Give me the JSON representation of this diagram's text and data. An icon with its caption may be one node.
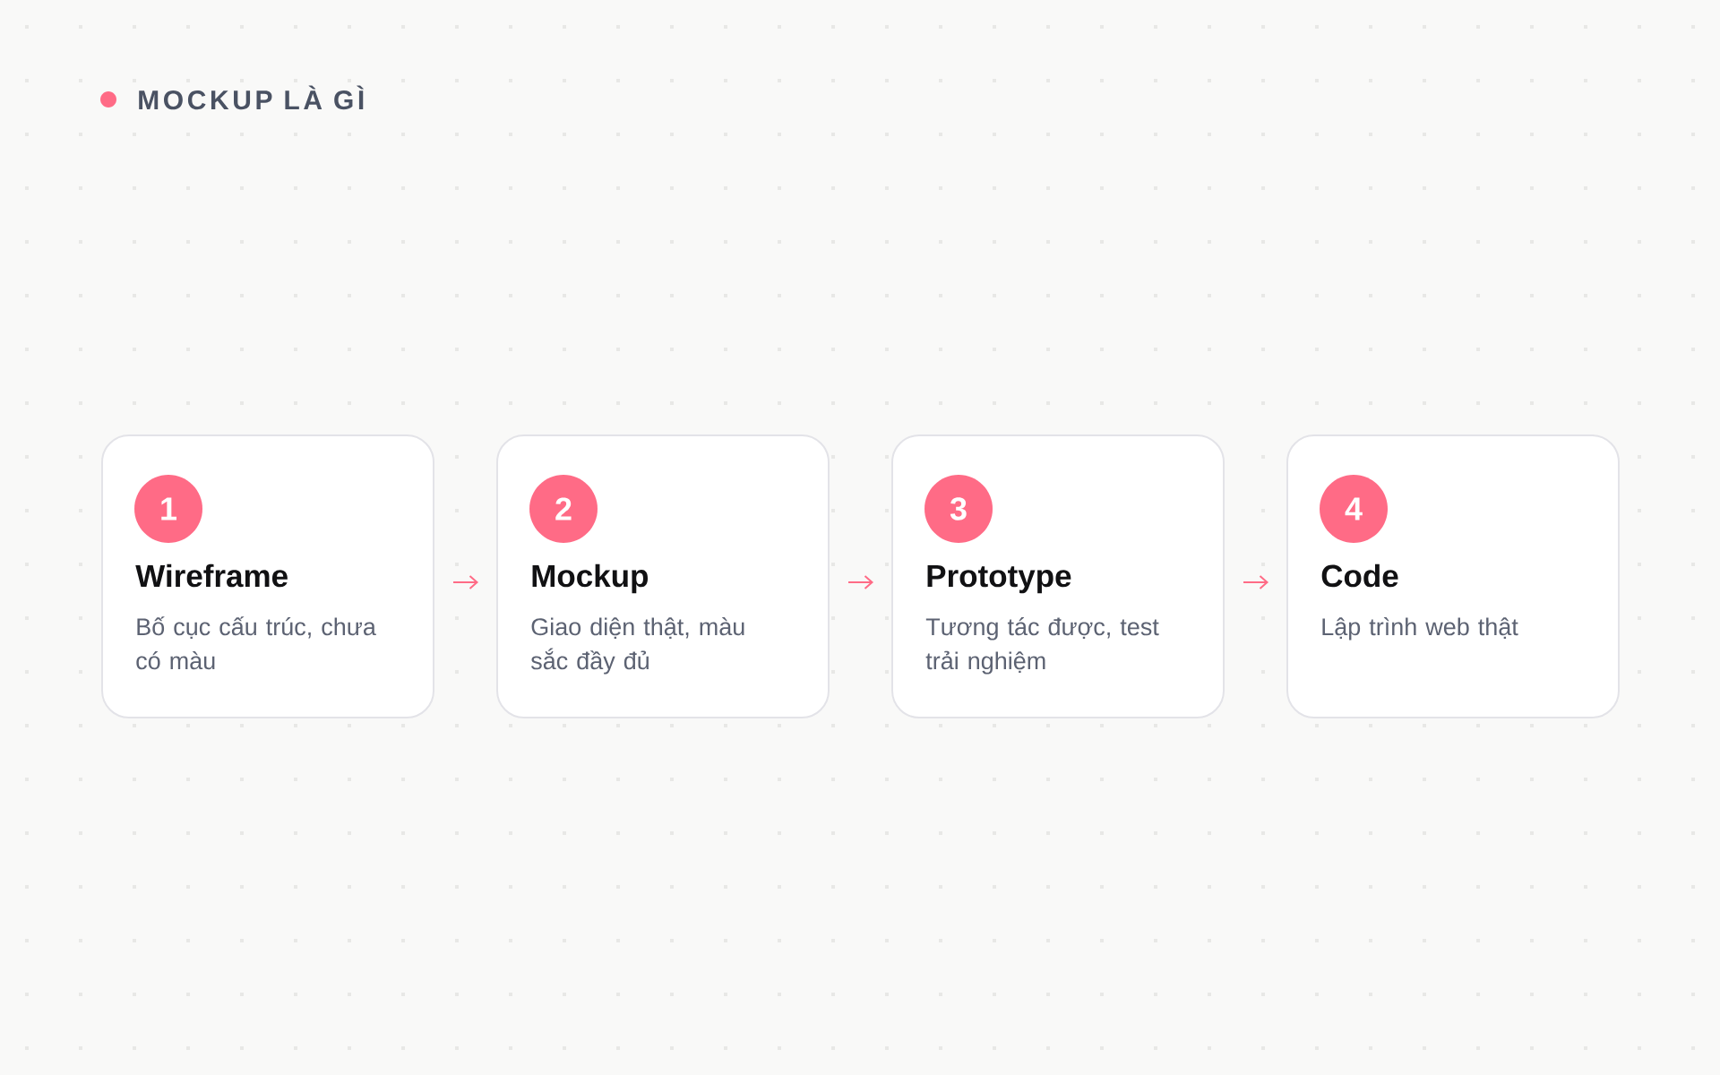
{
  "diagram": {
    "title": "MOCKUP LÀ GÌ",
    "nodes": [
      {
        "text": [
          "Wireframe",
          "Bố cục cấu trúc, chưa có màu"
        ]
      },
      {
        "text": [
          "1"
        ],
        "in": 0
      },
      {
        "text": [
          "Mockup",
          "Giao diện thật, màu sắc đầy đủ"
        ]
      },
      {
        "text": [
          "2"
        ],
        "in": 2
      },
      {
        "text": [
          "Prototype",
          "Tương tác được, test trải nghiệm"
        ]
      },
      {
        "text": [
          "3"
        ],
        "in": 4
      },
      {
        "text": [
          "Code",
          "Lập trình web thật"
        ]
      },
      {
        "text": [
          "4"
        ],
        "in": 6
      }
    ],
    "edges": [
      {
        "from": 0,
        "to": 2,
        "arrow": "to"
      },
      {
        "from": 2,
        "to": 4,
        "arrow": "to"
      },
      {
        "from": 4,
        "to": 6,
        "arrow": "to"
      }
    ]
  }
}
